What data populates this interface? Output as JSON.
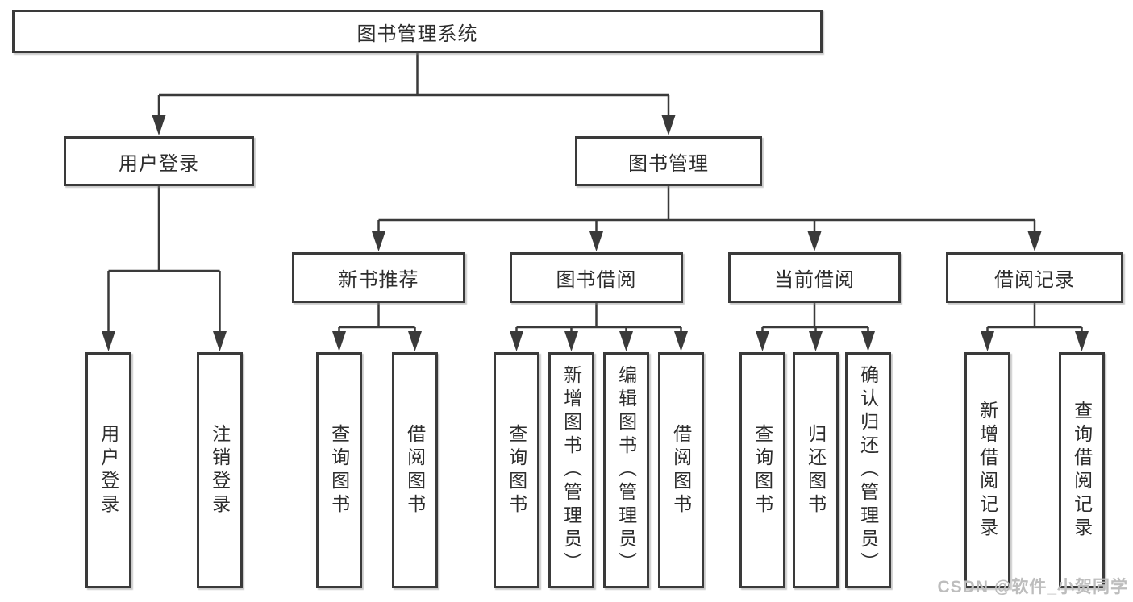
{
  "colors": {
    "line": "#3a3a3a",
    "box_border": "#3a3a3a",
    "text": "#2d2d2d",
    "watermark": "#bdbdbd",
    "background": "#ffffff"
  },
  "tree": {
    "root": {
      "label": "图书管理系统"
    },
    "branches": [
      {
        "label": "用户登录",
        "leaves": [
          "用户登录",
          "注销登录"
        ]
      },
      {
        "label": "图书管理",
        "groups": [
          {
            "label": "新书推荐",
            "leaves": [
              "查询图书",
              "借阅图书"
            ]
          },
          {
            "label": "图书借阅",
            "leaves": [
              "查询图书",
              "新增图书（管理员）",
              "编辑图书（管理员）",
              "借阅图书"
            ]
          },
          {
            "label": "当前借阅",
            "leaves": [
              "查询图书",
              "归还图书",
              "确认归还（管理员）"
            ]
          },
          {
            "label": "借阅记录",
            "leaves": [
              "新增借阅记录",
              "查询借阅记录"
            ]
          }
        ]
      }
    ]
  },
  "watermark": {
    "text": "CSDN @软件_小贺同学"
  }
}
